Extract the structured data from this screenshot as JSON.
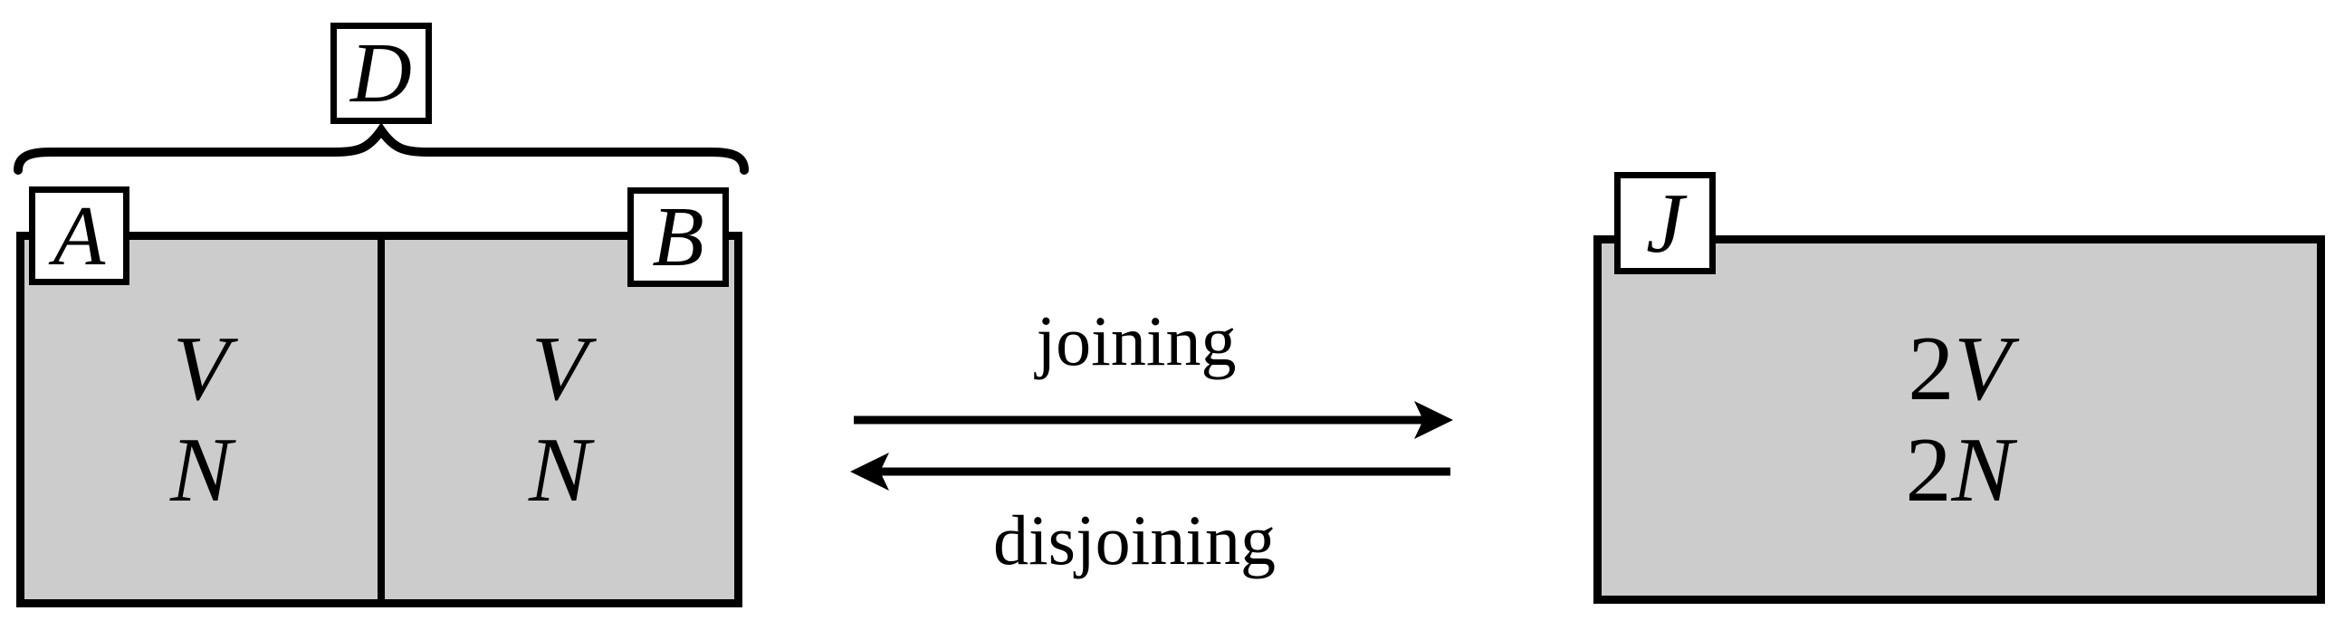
{
  "left_system": {
    "group_label": "D",
    "chamber_a": {
      "tag": "A",
      "line1": "V",
      "line2": "N"
    },
    "chamber_b": {
      "tag": "B",
      "line1": "V",
      "line2": "N"
    }
  },
  "process": {
    "forward": "joining",
    "reverse": "disjoining"
  },
  "right_system": {
    "tag": "J",
    "line1": {
      "coeff": "2",
      "symbol": "V"
    },
    "line2": {
      "coeff": "2",
      "symbol": "N"
    }
  },
  "colors": {
    "container_fill": "#cccccc",
    "line": "#000000",
    "background": "#ffffff"
  }
}
